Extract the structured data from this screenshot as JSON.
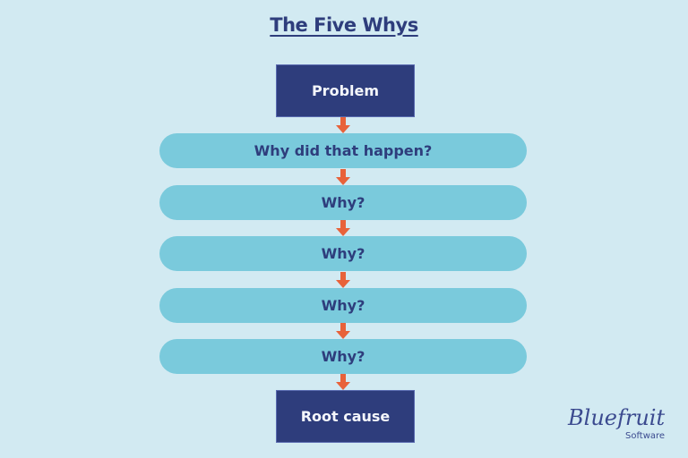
{
  "title": "The Five Whys",
  "nodes": {
    "problem": "Problem",
    "whys": [
      "Why did that happen?",
      "Why?",
      "Why?",
      "Why?",
      "Why?"
    ],
    "root_cause": "Root cause"
  },
  "logo": {
    "name": "Bluefruit",
    "sub": "Software"
  },
  "colors": {
    "background": "#d2eaf2",
    "box": "#2e3d7c",
    "pill": "#7acadc",
    "arrow": "#e8623a",
    "text_dark": "#2e3d7c"
  }
}
